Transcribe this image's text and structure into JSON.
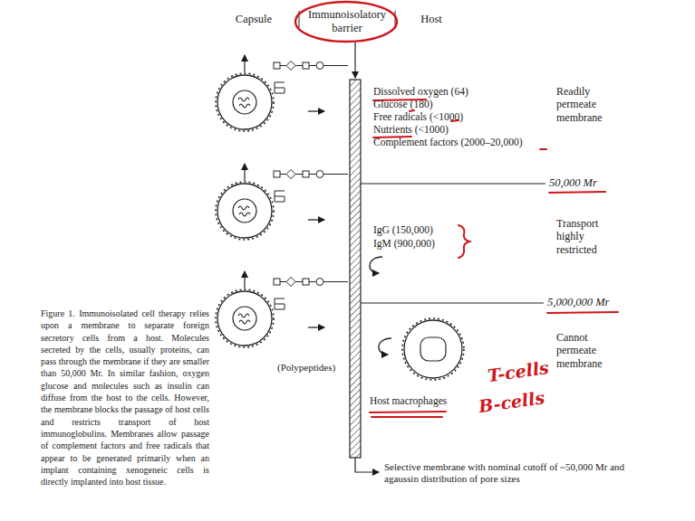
{
  "diagram": {
    "caption": "Figure 1. Immunoisolated cell therapy relies upon a membrane to separate foreign secretory cells from a host. Molecules secreted by the cells, usually proteins, can pass through the membrane if they are smaller than 50,000 Mr. In similar fashion, oxygen glucose and molecules such as insulin can diffuse from the host to the cells. However, the membrane blocks the passage of host cells and restricts transport of host immunoglobulins. Membranes allow passage of complement factors and free radicals that appear to be generated primarily when an implant containing xenogeneic cells is directly implanted into host tissue.",
    "labels": [
      "Capsule",
      "Immunoisolatory barrier",
      "Host",
      "Dissolved oxygen (64)",
      "Glucose (180)",
      "Free radicals (<1000)",
      "Nutrients (<1000)",
      "Complement factors (2000–20,000)",
      "Readily permeate membrane",
      "50,000 Mr",
      "IgG (150,000)",
      "IgM (900,000)",
      "Transport highly restricted",
      "5,000,000 Mr",
      "Cannot permeate membrane",
      "(Polypeptides)",
      "Host macrophages",
      "Selective membrane with nominal cutoff of ~50,000 Mr and agaussin distribution of pore sizes",
      "T-cells",
      "B-cells"
    ]
  }
}
